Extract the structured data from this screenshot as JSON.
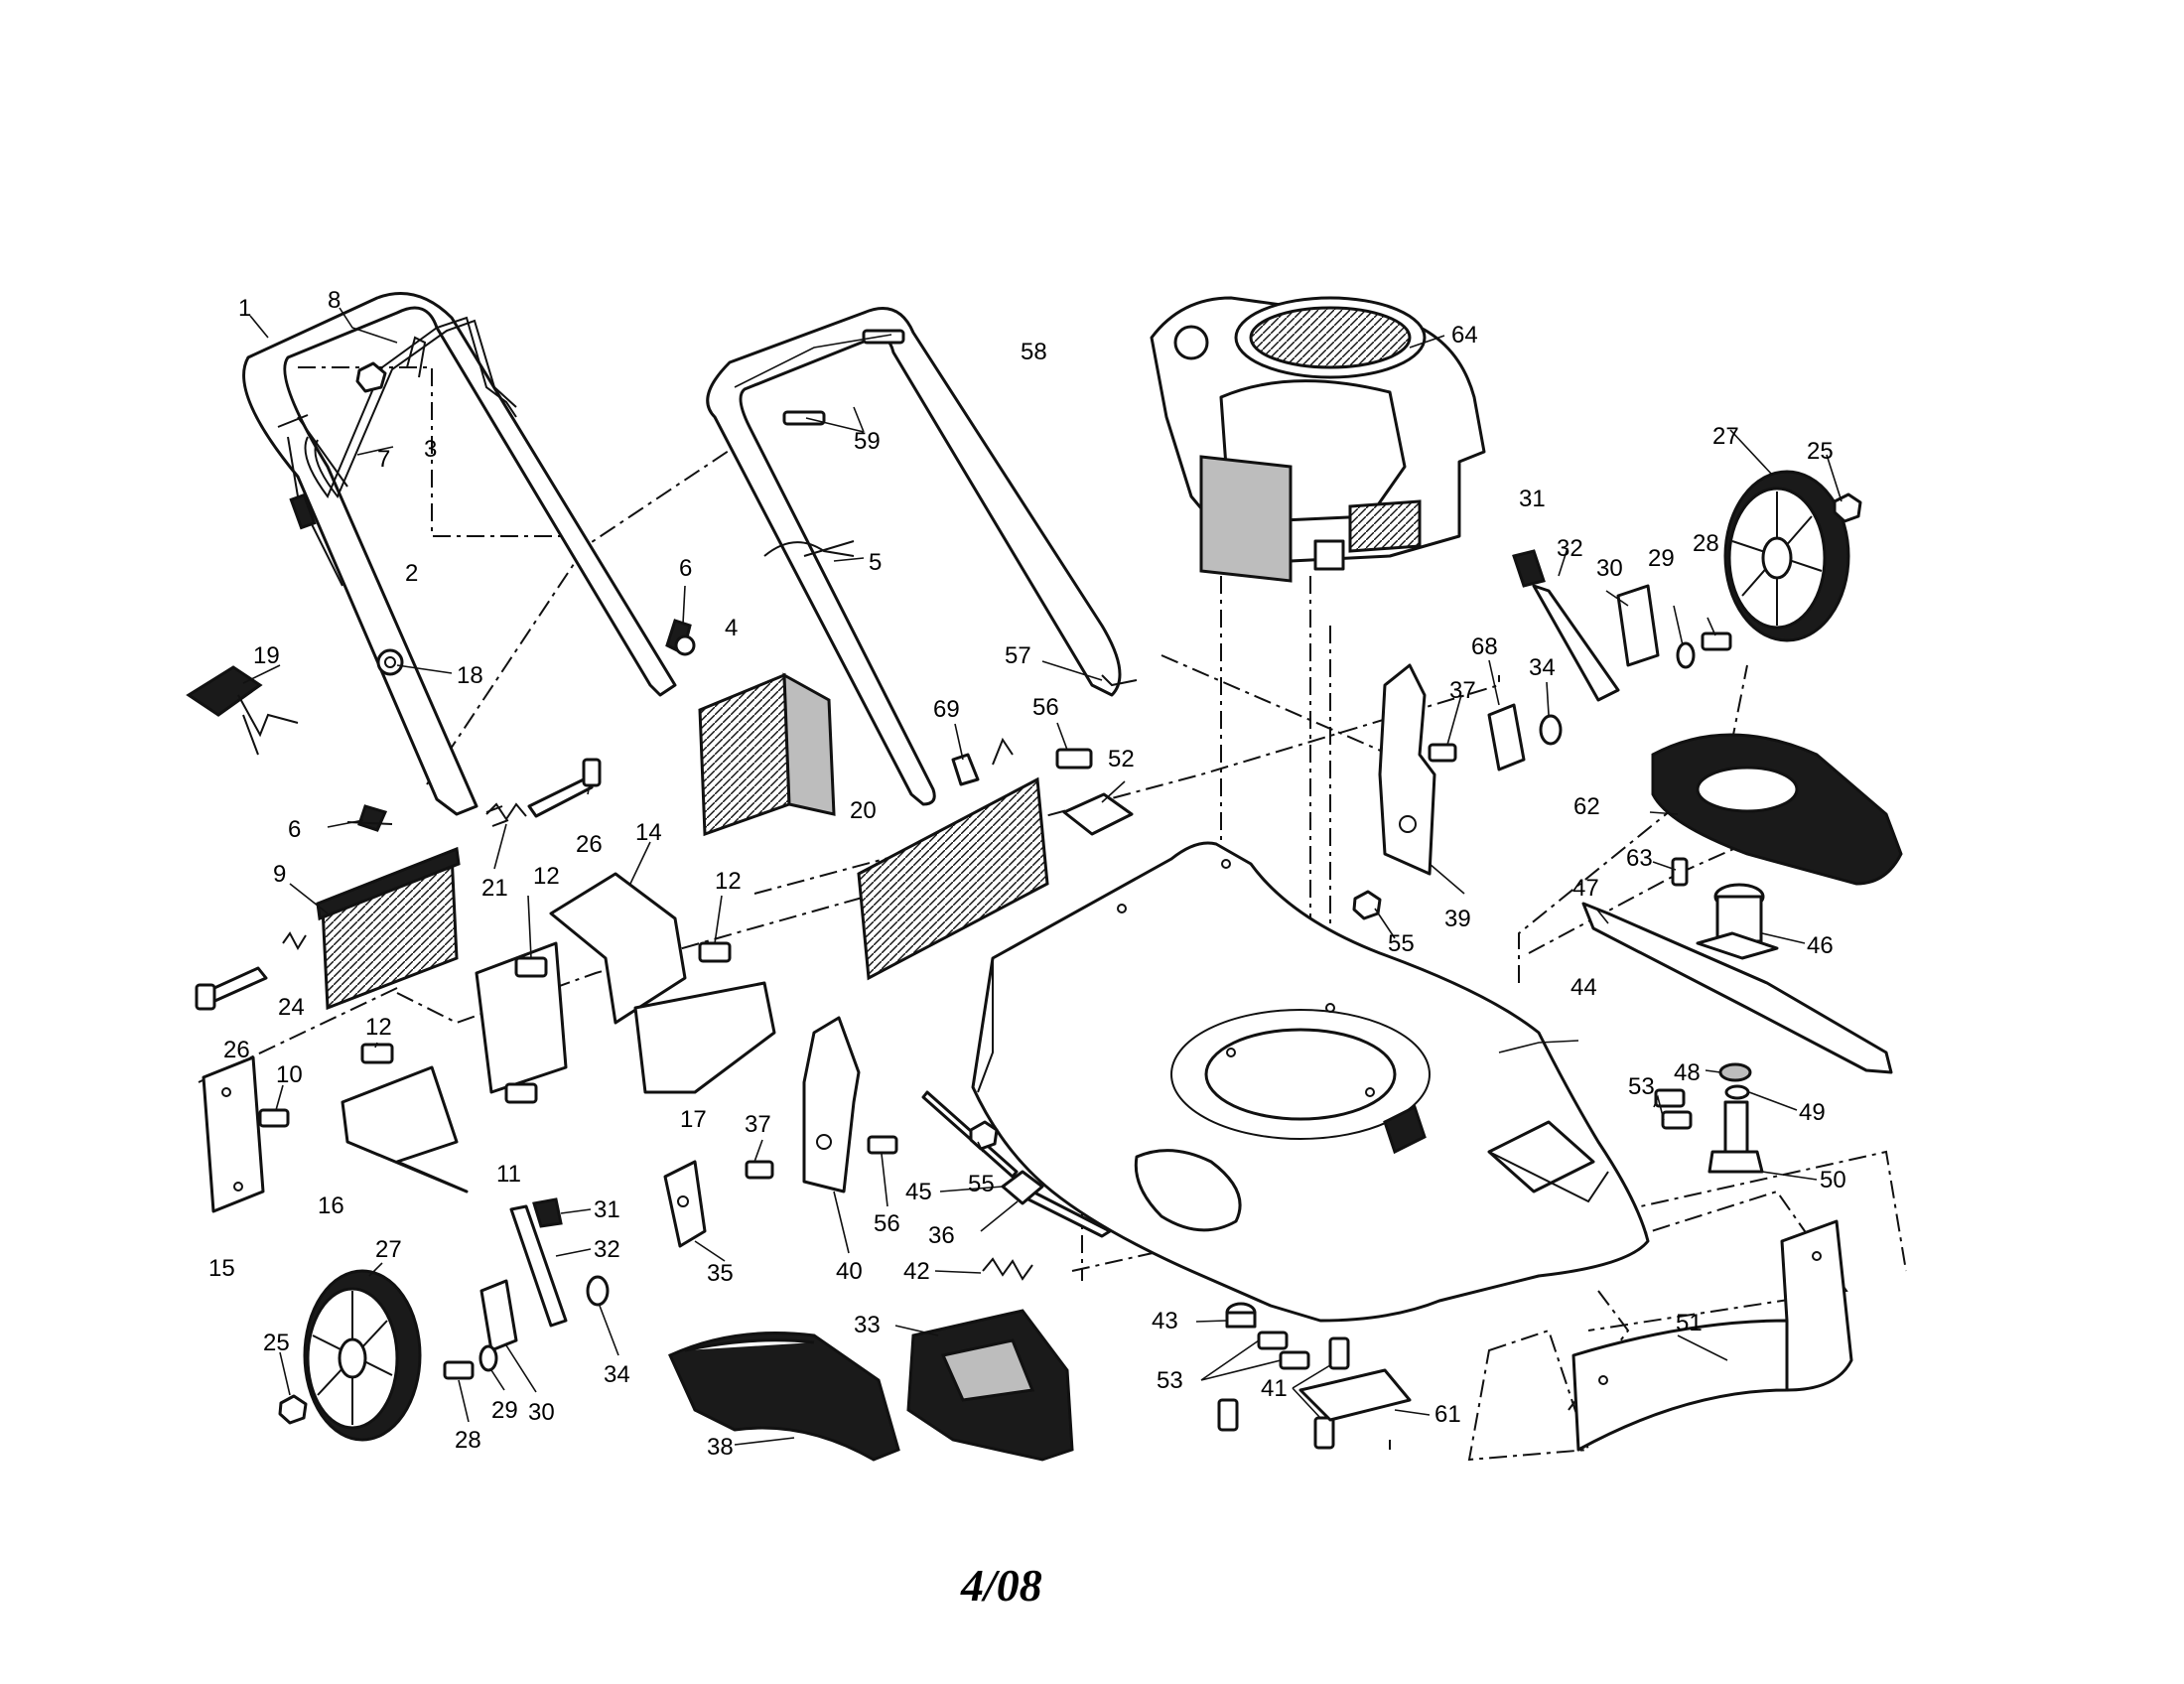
{
  "diagram": {
    "callouts": [
      {
        "id": "c1",
        "label": "1"
      },
      {
        "id": "c8",
        "label": "8"
      },
      {
        "id": "c7",
        "label": "7"
      },
      {
        "id": "c3",
        "label": "3"
      },
      {
        "id": "c2",
        "label": "2"
      },
      {
        "id": "c18",
        "label": "18"
      },
      {
        "id": "c19",
        "label": "19"
      },
      {
        "id": "c6a",
        "label": "6"
      },
      {
        "id": "c6b",
        "label": "6"
      },
      {
        "id": "c26a",
        "label": "26"
      },
      {
        "id": "c21",
        "label": "21"
      },
      {
        "id": "c9",
        "label": "9"
      },
      {
        "id": "c24",
        "label": "24"
      },
      {
        "id": "c26b",
        "label": "26"
      },
      {
        "id": "c14",
        "label": "14"
      },
      {
        "id": "c12a",
        "label": "12"
      },
      {
        "id": "c12b",
        "label": "12"
      },
      {
        "id": "c12c",
        "label": "12"
      },
      {
        "id": "c10",
        "label": "10"
      },
      {
        "id": "c15",
        "label": "15"
      },
      {
        "id": "c16",
        "label": "16"
      },
      {
        "id": "c11",
        "label": "11"
      },
      {
        "id": "c17",
        "label": "17"
      },
      {
        "id": "c4",
        "label": "4"
      },
      {
        "id": "c58",
        "label": "58"
      },
      {
        "id": "c59",
        "label": "59"
      },
      {
        "id": "c5",
        "label": "5"
      },
      {
        "id": "c57",
        "label": "57"
      },
      {
        "id": "c69",
        "label": "69"
      },
      {
        "id": "c56a",
        "label": "56"
      },
      {
        "id": "c52",
        "label": "52"
      },
      {
        "id": "c20",
        "label": "20"
      },
      {
        "id": "c64",
        "label": "64"
      },
      {
        "id": "c31a",
        "label": "31"
      },
      {
        "id": "c32a",
        "label": "32"
      },
      {
        "id": "c30a",
        "label": "30"
      },
      {
        "id": "c29a",
        "label": "29"
      },
      {
        "id": "c28a",
        "label": "28"
      },
      {
        "id": "c27a",
        "label": "27"
      },
      {
        "id": "c25a",
        "label": "25"
      },
      {
        "id": "c68",
        "label": "68"
      },
      {
        "id": "c37a",
        "label": "37"
      },
      {
        "id": "c34a",
        "label": "34"
      },
      {
        "id": "c39",
        "label": "39"
      },
      {
        "id": "c55a",
        "label": "55"
      },
      {
        "id": "c62",
        "label": "62"
      },
      {
        "id": "c63",
        "label": "63"
      },
      {
        "id": "c47",
        "label": "47"
      },
      {
        "id": "c46",
        "label": "46"
      },
      {
        "id": "c44",
        "label": "44"
      },
      {
        "id": "c48",
        "label": "48"
      },
      {
        "id": "c53a",
        "label": "53"
      },
      {
        "id": "c49",
        "label": "49"
      },
      {
        "id": "c50",
        "label": "50"
      },
      {
        "id": "c37b",
        "label": "37"
      },
      {
        "id": "c56b",
        "label": "56"
      },
      {
        "id": "c45",
        "label": "45"
      },
      {
        "id": "c55b",
        "label": "55"
      },
      {
        "id": "c40",
        "label": "40"
      },
      {
        "id": "c36",
        "label": "36"
      },
      {
        "id": "c42",
        "label": "42"
      },
      {
        "id": "c35",
        "label": "35"
      },
      {
        "id": "c31b",
        "label": "31"
      },
      {
        "id": "c32b",
        "label": "32"
      },
      {
        "id": "c34b",
        "label": "34"
      },
      {
        "id": "c30b",
        "label": "30"
      },
      {
        "id": "c29b",
        "label": "29"
      },
      {
        "id": "c28b",
        "label": "28"
      },
      {
        "id": "c27b",
        "label": "27"
      },
      {
        "id": "c25b",
        "label": "25"
      },
      {
        "id": "c33",
        "label": "33"
      },
      {
        "id": "c38",
        "label": "38"
      },
      {
        "id": "c43",
        "label": "43"
      },
      {
        "id": "c53b",
        "label": "53"
      },
      {
        "id": "c41",
        "label": "41"
      },
      {
        "id": "c61",
        "label": "61"
      },
      {
        "id": "c51",
        "label": "51"
      }
    ],
    "footer": "4/08"
  }
}
